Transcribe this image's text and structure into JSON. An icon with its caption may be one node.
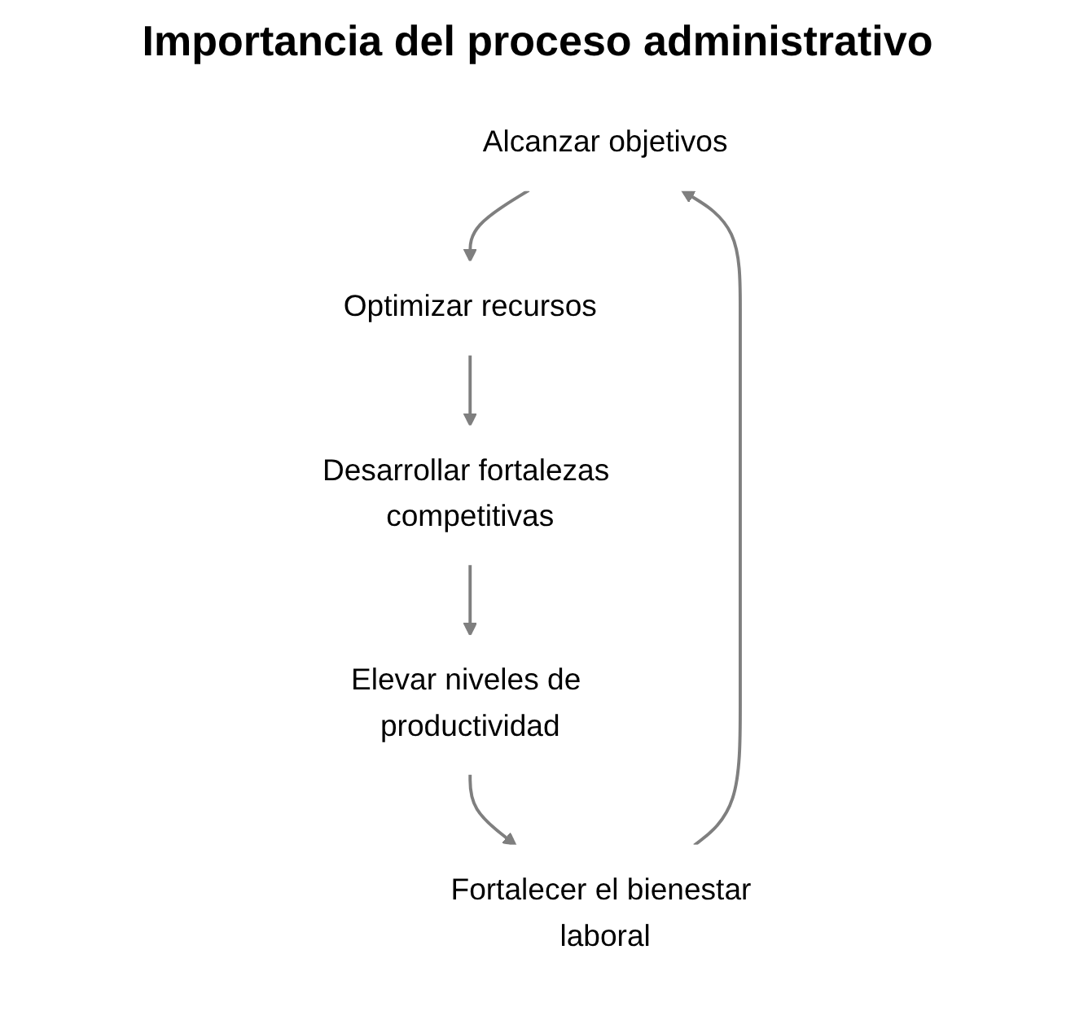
{
  "diagram": {
    "title": "Importancia del proceso administrativo",
    "nodes": [
      {
        "text": [
          "Alcanzar objetivos"
        ]
      },
      {
        "text": [
          "Optimizar recursos"
        ]
      },
      {
        "text": [
          "Desarrollar fortalezas competitivas"
        ]
      },
      {
        "text": [
          "Elevar niveles de productividad"
        ]
      },
      {
        "text": [
          "Fortalecer el bienestar laboral"
        ]
      }
    ],
    "edges": [
      {
        "from": 0,
        "to": 1,
        "arrow": "to"
      },
      {
        "from": 1,
        "to": 2,
        "arrow": "to"
      },
      {
        "from": 2,
        "to": 3,
        "arrow": "to"
      },
      {
        "from": 3,
        "to": 4,
        "arrow": "to"
      },
      {
        "from": 4,
        "to": 0,
        "arrow": "to"
      }
    ]
  }
}
